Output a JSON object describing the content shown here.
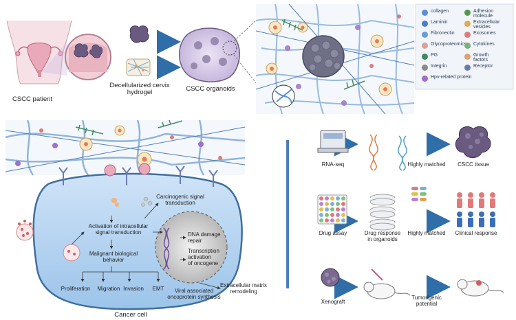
{
  "top": {
    "patient_label": "CSCC patient",
    "hydrogel_label": "Decellularized cervix\nhydrogel",
    "organoid_label": "CSCC organoids"
  },
  "legend": [
    {
      "label": "collagen",
      "icon": "collagen-icon",
      "color": "#5a8fd8"
    },
    {
      "label": "Adhesion\nmolecule",
      "icon": "adhesion-molecule-icon",
      "color": "#4d9a4d"
    },
    {
      "label": "Laminin",
      "icon": "laminin-icon",
      "color": "#4a7fc4"
    },
    {
      "label": "Extracellular\nvesicles",
      "icon": "extracellular-vesicle-icon",
      "color": "#e8a85a"
    },
    {
      "label": "Fibronectin",
      "icon": "fibronectin-icon",
      "color": "#6a9ad8"
    },
    {
      "label": "Exosomes",
      "icon": "exosome-icon",
      "color": "#e07a7a"
    },
    {
      "label": "Glycoproteomics",
      "icon": "glycoprotein-icon",
      "color": "#d9a0a0"
    },
    {
      "label": "Cytokines",
      "icon": "cytokine-icon",
      "color": "#7ab07a"
    },
    {
      "label": "PG",
      "icon": "proteoglycan-icon",
      "color": "#3f8a5e"
    },
    {
      "label": "Growth\nfactors",
      "icon": "growth-factor-icon",
      "color": "#e0a070"
    },
    {
      "label": "Integrin",
      "icon": "integrin-icon",
      "color": "#8a8a8a"
    },
    {
      "label": "Receptor",
      "icon": "receptor-icon",
      "color": "#6a7ab0"
    },
    {
      "label": "Hpv-related protein",
      "icon": "hpv-protein-icon",
      "color": "#a070c8"
    }
  ],
  "cell": {
    "carcinogenic": "Carcinogenic signal\ntransduction",
    "activation": "Activation of intracellular\nsignal transduction",
    "dna_damage": "DNA damage\nrepair",
    "transcription": "Transcription\nactivation\nof oncogene",
    "malignant": "Malignant biological\nbehavior",
    "proliferation": "Proliferation",
    "migration": "Migration",
    "invasion": "Invasion",
    "emt": "EMT",
    "viral": "Viral associated\noncoprotein synthesis",
    "ecm": "Extracellular matrix\nremodeling",
    "cell_title": "Cancer cell"
  },
  "right": {
    "rnaseq": "RNA-seq",
    "highly1": "Highly matched",
    "cscc_tissue": "CSCC tissue",
    "drug_assay": "Drug assay",
    "drug_response": "Drug response\nin organoids",
    "highly2": "Highly matched",
    "clinical": "Clinical response",
    "xenograft": "Xenograft",
    "tumorigenic": "Tumorigenic\npotential"
  }
}
